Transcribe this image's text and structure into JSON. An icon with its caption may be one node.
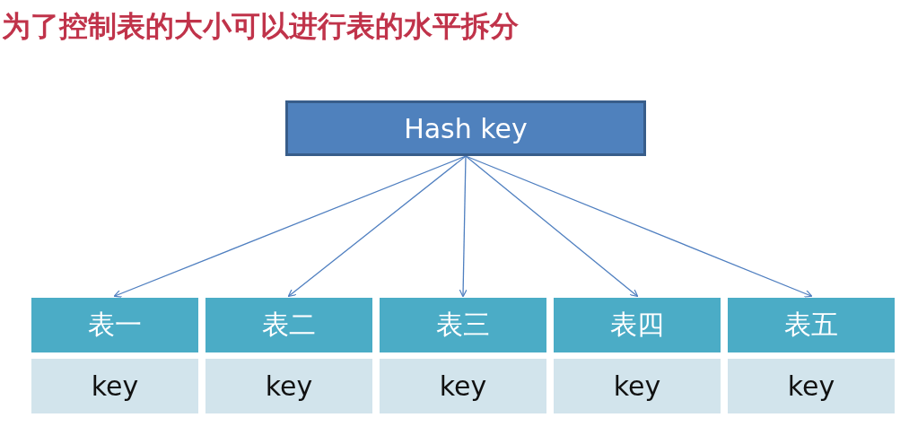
{
  "diagram": {
    "title": "为了控制表的大小可以进行表的水平拆分",
    "nodes": [
      {
        "text": [
          "Hash key"
        ]
      },
      {
        "text": [
          "表一"
        ]
      },
      {
        "text": [
          "表二"
        ]
      },
      {
        "text": [
          "表三"
        ]
      },
      {
        "text": [
          "表四"
        ]
      },
      {
        "text": [
          "表五"
        ]
      },
      {
        "text": [
          "key"
        ]
      },
      {
        "text": [
          "key"
        ]
      },
      {
        "text": [
          "key"
        ]
      },
      {
        "text": [
          "key"
        ]
      },
      {
        "text": [
          "key"
        ]
      }
    ],
    "edges": [
      {
        "from": 0,
        "to": 1,
        "arrow": "to"
      },
      {
        "from": 0,
        "to": 2,
        "arrow": "to"
      },
      {
        "from": 0,
        "to": 3,
        "arrow": "to"
      },
      {
        "from": 0,
        "to": 4,
        "arrow": "to"
      },
      {
        "from": 0,
        "to": 5,
        "arrow": "to"
      }
    ]
  }
}
